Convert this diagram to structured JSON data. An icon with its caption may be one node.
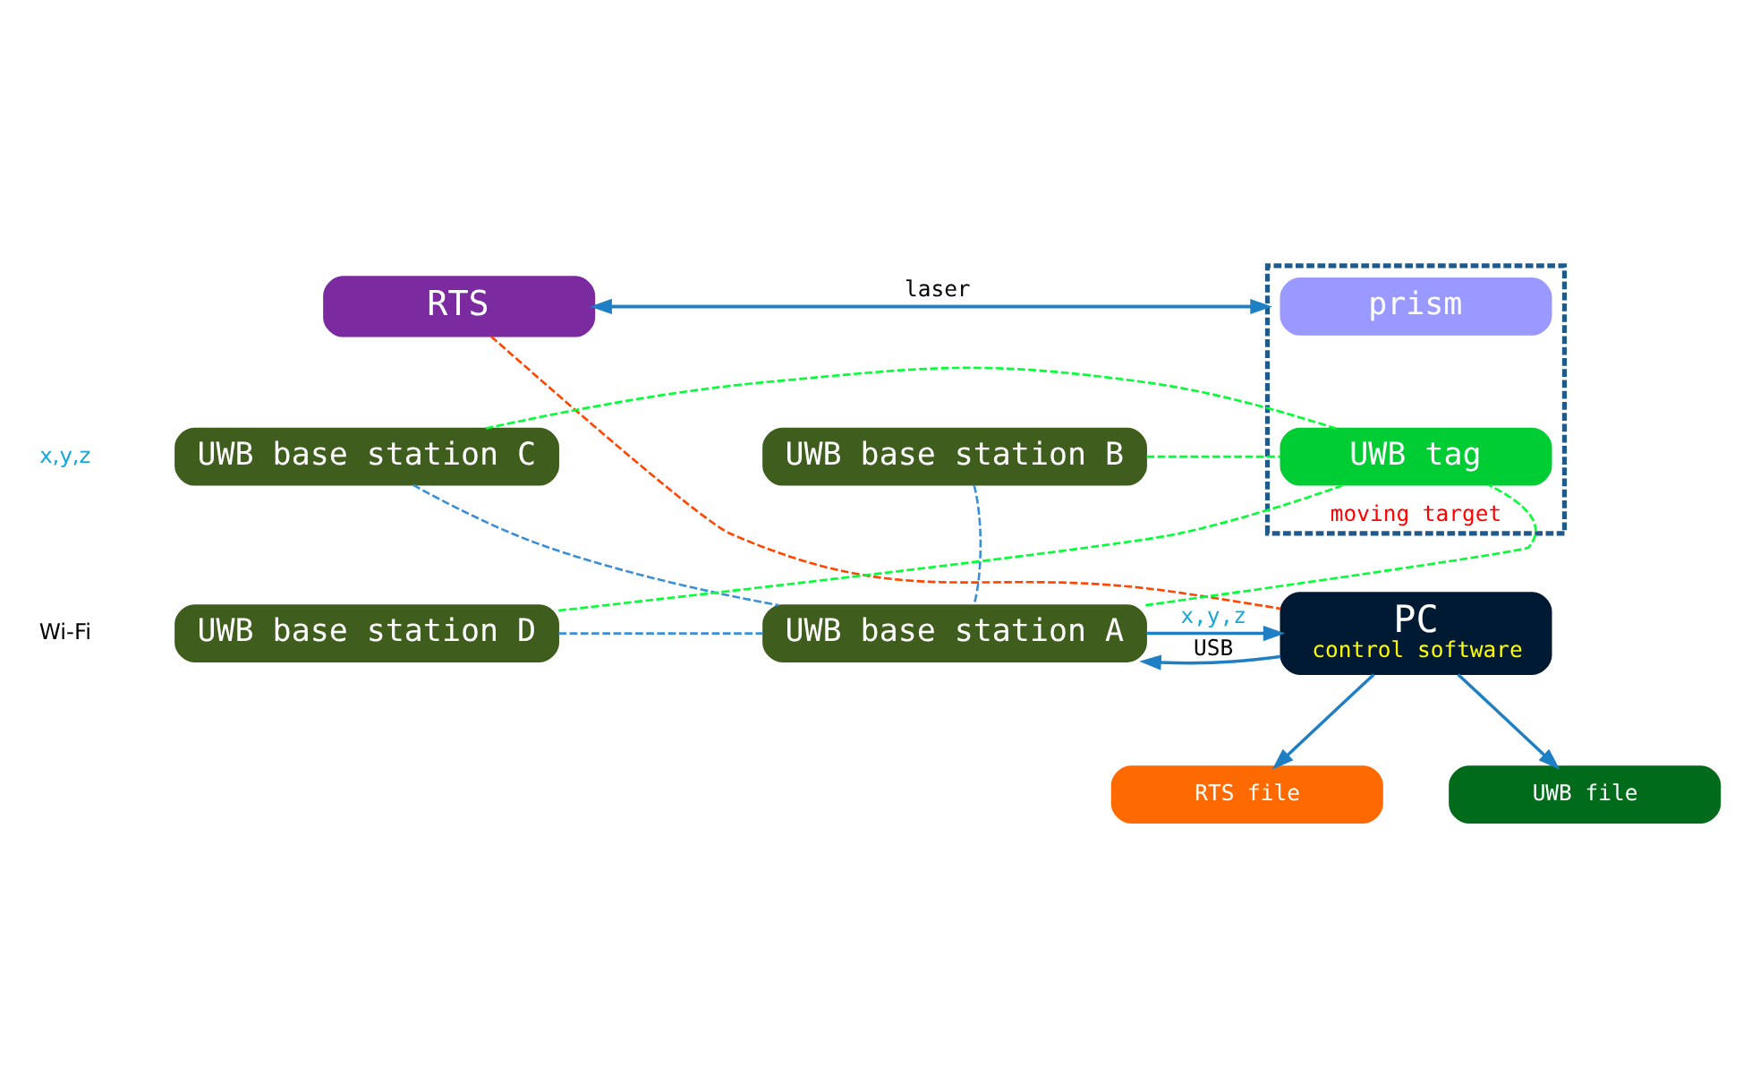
{
  "diagram": {
    "nodes": [
      {
        "text": [
          "RTS"
        ]
      },
      {
        "text": [
          "moving target"
        ]
      },
      {
        "text": [
          "prism"
        ],
        "in": 1
      },
      {
        "text": [
          "UWB tag"
        ],
        "in": 1
      },
      {
        "text": [
          "UWB base station C"
        ]
      },
      {
        "text": [
          "UWB base station B"
        ]
      },
      {
        "text": [
          "UWB base station D"
        ]
      },
      {
        "text": [
          "PC",
          "control software"
        ]
      },
      {
        "text": [
          "UWB base station A"
        ]
      },
      {
        "text": [
          "RTS file"
        ]
      },
      {
        "text": [
          "UWB file"
        ]
      }
    ],
    "edges": [
      {
        "from": 0,
        "to": 1,
        "arrow": "to"
      },
      {
        "from": 1,
        "to": 0,
        "arrow": "to",
        "label": "laser"
      },
      {
        "from": 4,
        "to": 3,
        "arrow": "none",
        "style": "dashed",
        "color": "#00ff33"
      },
      {
        "from": 5,
        "to": 3,
        "arrow": "none",
        "style": "dashed",
        "color": "#00ff33"
      },
      {
        "from": 6,
        "to": 3,
        "arrow": "none",
        "style": "dashed",
        "color": "#00ff33"
      },
      {
        "from": 8,
        "to": 3,
        "arrow": "none",
        "style": "dashed",
        "color": "#00ff33"
      },
      {
        "from": 0,
        "to": 7,
        "arrow": "none",
        "style": "dashed",
        "color": "#ff4500"
      },
      {
        "from": 7,
        "to": 8,
        "arrow": "to",
        "label": "USB"
      },
      {
        "from": 8,
        "to": 7,
        "arrow": "to",
        "label": "x,y,z"
      },
      {
        "from": 7,
        "to": 9,
        "arrow": "to"
      },
      {
        "from": 7,
        "to": 10,
        "arrow": "to"
      },
      {
        "from": 4,
        "to": 8,
        "arrow": "none",
        "style": "dashed",
        "color": "#3a8fd8"
      },
      {
        "from": 5,
        "to": 8,
        "arrow": "none",
        "style": "dashed",
        "color": "#3a8fd8"
      },
      {
        "from": 6,
        "to": 8,
        "arrow": "none",
        "style": "dashed",
        "color": "#3a8fd8"
      }
    ],
    "labels": [
      "x,y,z",
      "Wi-Fi"
    ]
  }
}
